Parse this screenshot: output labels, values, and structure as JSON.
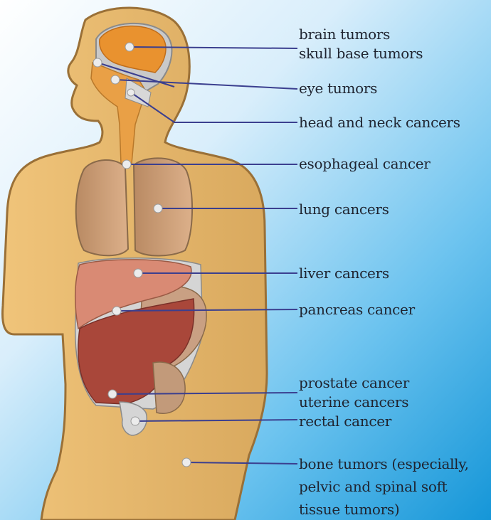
{
  "labels": {
    "brain_tumors": "brain tumors",
    "skull_base_tumors": "skull base tumors",
    "eye_tumors": "eye tumors",
    "head_neck_cancers": "head and neck cancers",
    "esophageal_cancer": "esophageal cancer",
    "lung_cancers": "lung cancers",
    "liver_cancers": "liver cancers",
    "pancreas_cancer": "pancreas cancer",
    "prostate_cancer": "prostate cancer",
    "uterine_cancers": "uterine cancers",
    "rectal_cancer": "rectal cancer",
    "bone_tumors_1": "bone tumors (especially,",
    "bone_tumors_2": "pelvic and spinal soft",
    "bone_tumors_3": "tissue tumors)"
  },
  "colors": {
    "background_start": "#ffffff",
    "background_end": "#1aa3e0",
    "body": "#e7b86c",
    "body_outline": "#9a7037",
    "brain": "#e9922f",
    "lung": "#c89a72",
    "liver": "#d98a74",
    "stomach": "#c86a4e",
    "intestine": "#a9473a",
    "leader_line": "#3b3f8f",
    "marker": "#e6e6e6"
  }
}
